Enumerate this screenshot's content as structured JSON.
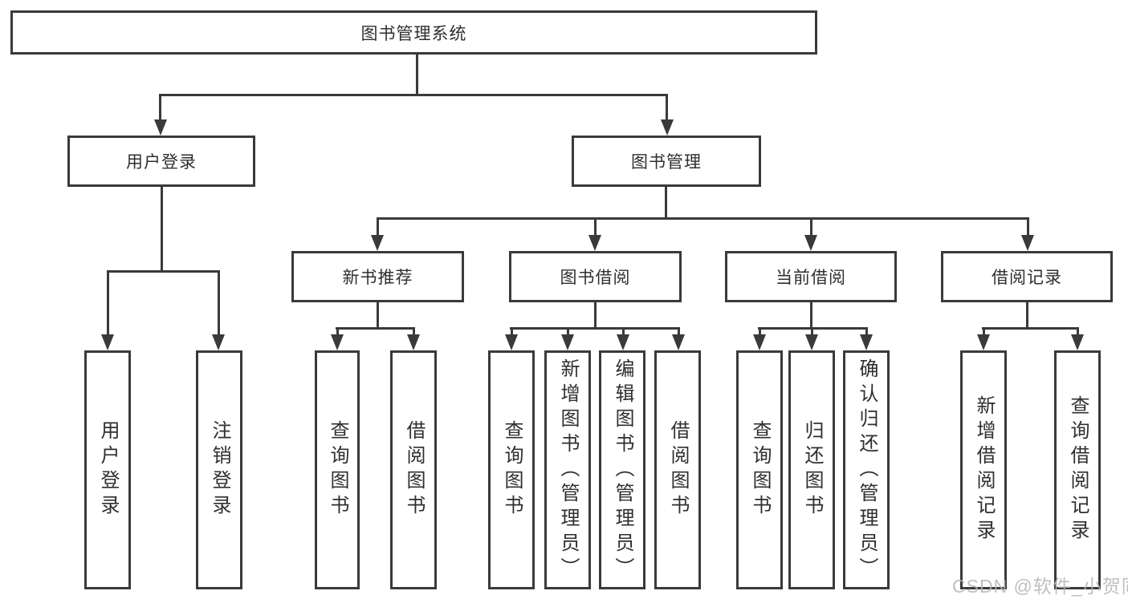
{
  "diagram": {
    "root": {
      "label": "图书管理系统"
    },
    "level2": [
      {
        "label": "用户登录"
      },
      {
        "label": "图书管理"
      }
    ],
    "level3": [
      {
        "label": "新书推荐"
      },
      {
        "label": "图书借阅"
      },
      {
        "label": "当前借阅"
      },
      {
        "label": "借阅记录"
      }
    ],
    "leaves": {
      "user_login": [
        "用户登录",
        "注销登录"
      ],
      "new_book": [
        "查询图书",
        "借阅图书"
      ],
      "book_borrow": [
        "查询图书",
        "新增图书（管理员）",
        "编辑图书（管理员）",
        "借阅图书"
      ],
      "current_borrow": [
        "查询图书",
        "归还图书",
        "确认归还（管理员）"
      ],
      "borrow_record": [
        "新增借阅记录",
        "查询借阅记录"
      ]
    }
  },
  "watermark": "CSDN @软件_小贺同学",
  "colors": {
    "line": "#3a3a3a",
    "text": "#2f2f2f",
    "background": "#ffffff",
    "watermark": "#b5b5b5"
  }
}
